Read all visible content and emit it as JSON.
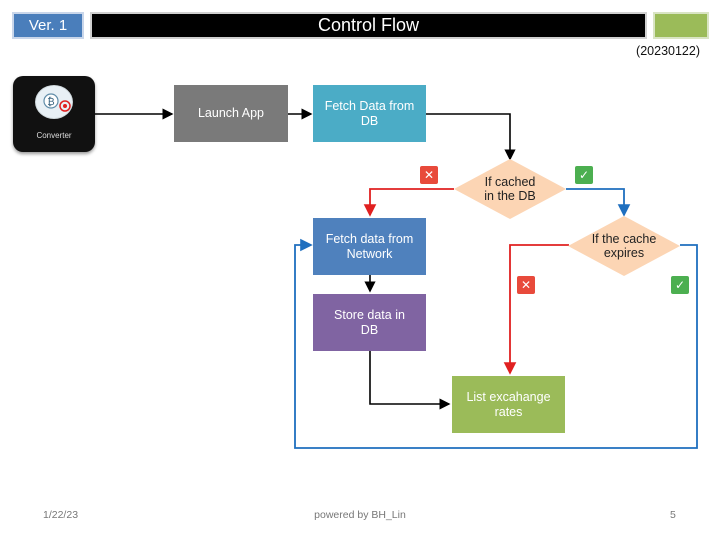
{
  "header": {
    "version_label": "Ver. 1",
    "title": "Control Flow",
    "date_code": "(20230122)",
    "colors": {
      "version_bg": "#4a7ebb",
      "title_bg": "#000000",
      "accent": "#9bbb59"
    }
  },
  "app_icon": {
    "icon": "converter-app-icon",
    "label": "Converter"
  },
  "nodes": {
    "launch": "Launch App",
    "fetch_db": "Fetch Data from\nDB",
    "if_cached": "If cached\nin the DB",
    "fetch_network": "Fetch data from\nNetwork",
    "if_expires": "If the cache\nexpires",
    "store_db": "Store data in\nDB",
    "list_rates": "List excahange\nrates"
  },
  "badges": {
    "cached_no": "✕",
    "cached_yes": "✓",
    "expires_no": "✕",
    "expires_yes": "✓"
  },
  "colors": {
    "launch": "#7a7a7a",
    "fetch_db": "#4bacc6",
    "diamond": "#fcd5b4",
    "fetch_network": "#4f81bd",
    "store_db": "#8064a2",
    "list_rates": "#9bbb59",
    "arrow_black": "#000000",
    "arrow_red": "#e02020",
    "arrow_blue": "#1f6fbf"
  },
  "footer": {
    "date": "1/22/23",
    "credit": "powered by BH_Lin",
    "page_number": "5"
  }
}
